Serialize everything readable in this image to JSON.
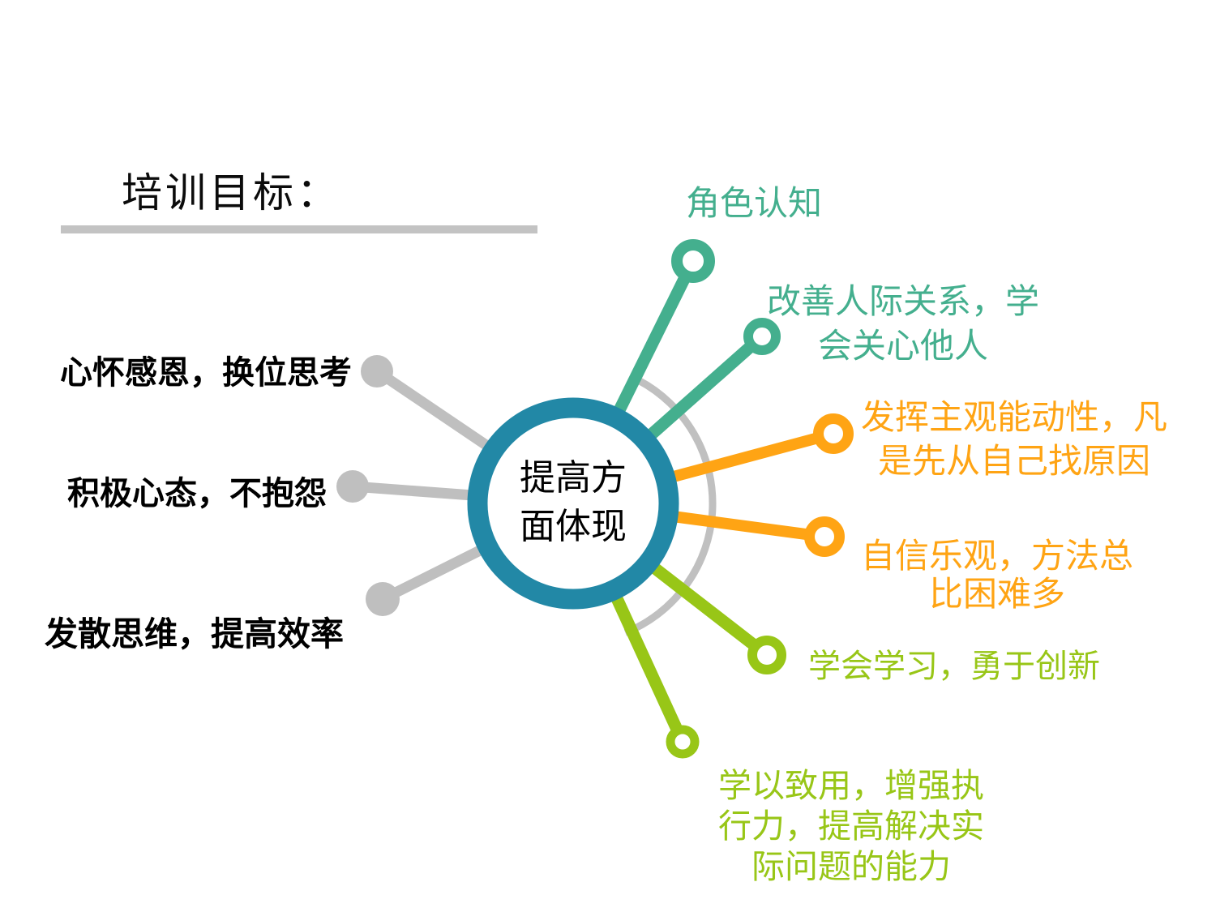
{
  "title": {
    "text": "培训目标："
  },
  "center_circle": {
    "lines": [
      "提高方",
      "面体现"
    ]
  },
  "left_labels": [
    {
      "text": "心怀感恩，换位思考"
    },
    {
      "text": "积极心态，不抱怨"
    },
    {
      "text": "发散思维，提高效率"
    }
  ],
  "right_labels": {
    "teal": [
      {
        "lines": [
          "角色认知"
        ]
      },
      {
        "lines": [
          "改善人际关系，学",
          "会关心他人"
        ]
      }
    ],
    "orange": [
      {
        "lines": [
          "发挥主观能动性，凡",
          "是先从自己找原因"
        ]
      },
      {
        "lines": [
          "自信乐观，方法总",
          "比困难多"
        ]
      }
    ],
    "green": [
      {
        "lines": [
          "学会学习，勇于创新"
        ]
      },
      {
        "lines": [
          "学以致用，增强执",
          "行力，提高解决实",
          "际问题的能力"
        ]
      }
    ]
  },
  "colors": {
    "hub_ring_blue": "#2288a6",
    "teal": "#44af8e",
    "orange": "#ffa414",
    "green": "#98c617",
    "spoke_gray": "#bfbfbf",
    "arc_gray": "#c0c0c0",
    "underline_gray": "#c3c3c3",
    "text_black": "#000000"
  }
}
